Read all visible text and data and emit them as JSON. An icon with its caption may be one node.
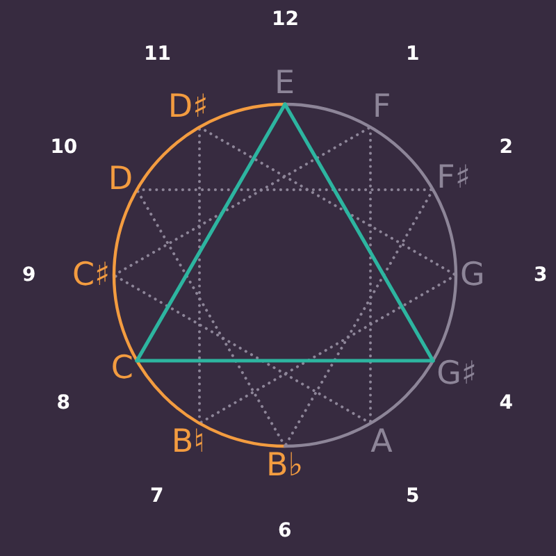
{
  "diagram": {
    "nodes": [
      {
        "text": [
          "E"
        ]
      },
      {
        "text": [
          "F"
        ]
      },
      {
        "text": [
          "F♯"
        ]
      },
      {
        "text": [
          "G"
        ]
      },
      {
        "text": [
          "G♯"
        ]
      },
      {
        "text": [
          "A"
        ]
      },
      {
        "text": [
          "B♭"
        ]
      },
      {
        "text": [
          "B♮"
        ]
      },
      {
        "text": [
          "C"
        ]
      },
      {
        "text": [
          "C♯"
        ]
      },
      {
        "text": [
          "D"
        ]
      },
      {
        "text": [
          "D♯"
        ]
      }
    ],
    "edges": [
      {
        "from": 1,
        "to": 5,
        "arrow": "none",
        "style": "dashed"
      },
      {
        "from": 5,
        "to": 9,
        "arrow": "none",
        "style": "dashed"
      },
      {
        "from": 9,
        "to": 1,
        "arrow": "none",
        "style": "dashed"
      },
      {
        "from": 2,
        "to": 6,
        "arrow": "none",
        "style": "dashed"
      },
      {
        "from": 6,
        "to": 10,
        "arrow": "none",
        "style": "dashed"
      },
      {
        "from": 10,
        "to": 2,
        "arrow": "none",
        "style": "dashed"
      },
      {
        "from": 3,
        "to": 7,
        "arrow": "none",
        "style": "dashed"
      },
      {
        "from": 7,
        "to": 11,
        "arrow": "none",
        "style": "dashed"
      },
      {
        "from": 11,
        "to": 3,
        "arrow": "none",
        "style": "dashed"
      },
      {
        "from": 0,
        "to": 6,
        "arrow": "none",
        "color": "#f39c40"
      },
      {
        "from": 0,
        "to": 6,
        "arrow": "none"
      },
      {
        "from": 0,
        "to": 4,
        "arrow": "none",
        "color": "#2db5a0"
      },
      {
        "from": 4,
        "to": 8,
        "arrow": "none",
        "color": "#2db5a0"
      },
      {
        "from": 8,
        "to": 0,
        "arrow": "none",
        "color": "#2db5a0"
      }
    ],
    "labels": [
      "12",
      "1",
      "2",
      "3",
      "4",
      "5",
      "6",
      "7",
      "8",
      "9",
      "10",
      "11"
    ]
  }
}
